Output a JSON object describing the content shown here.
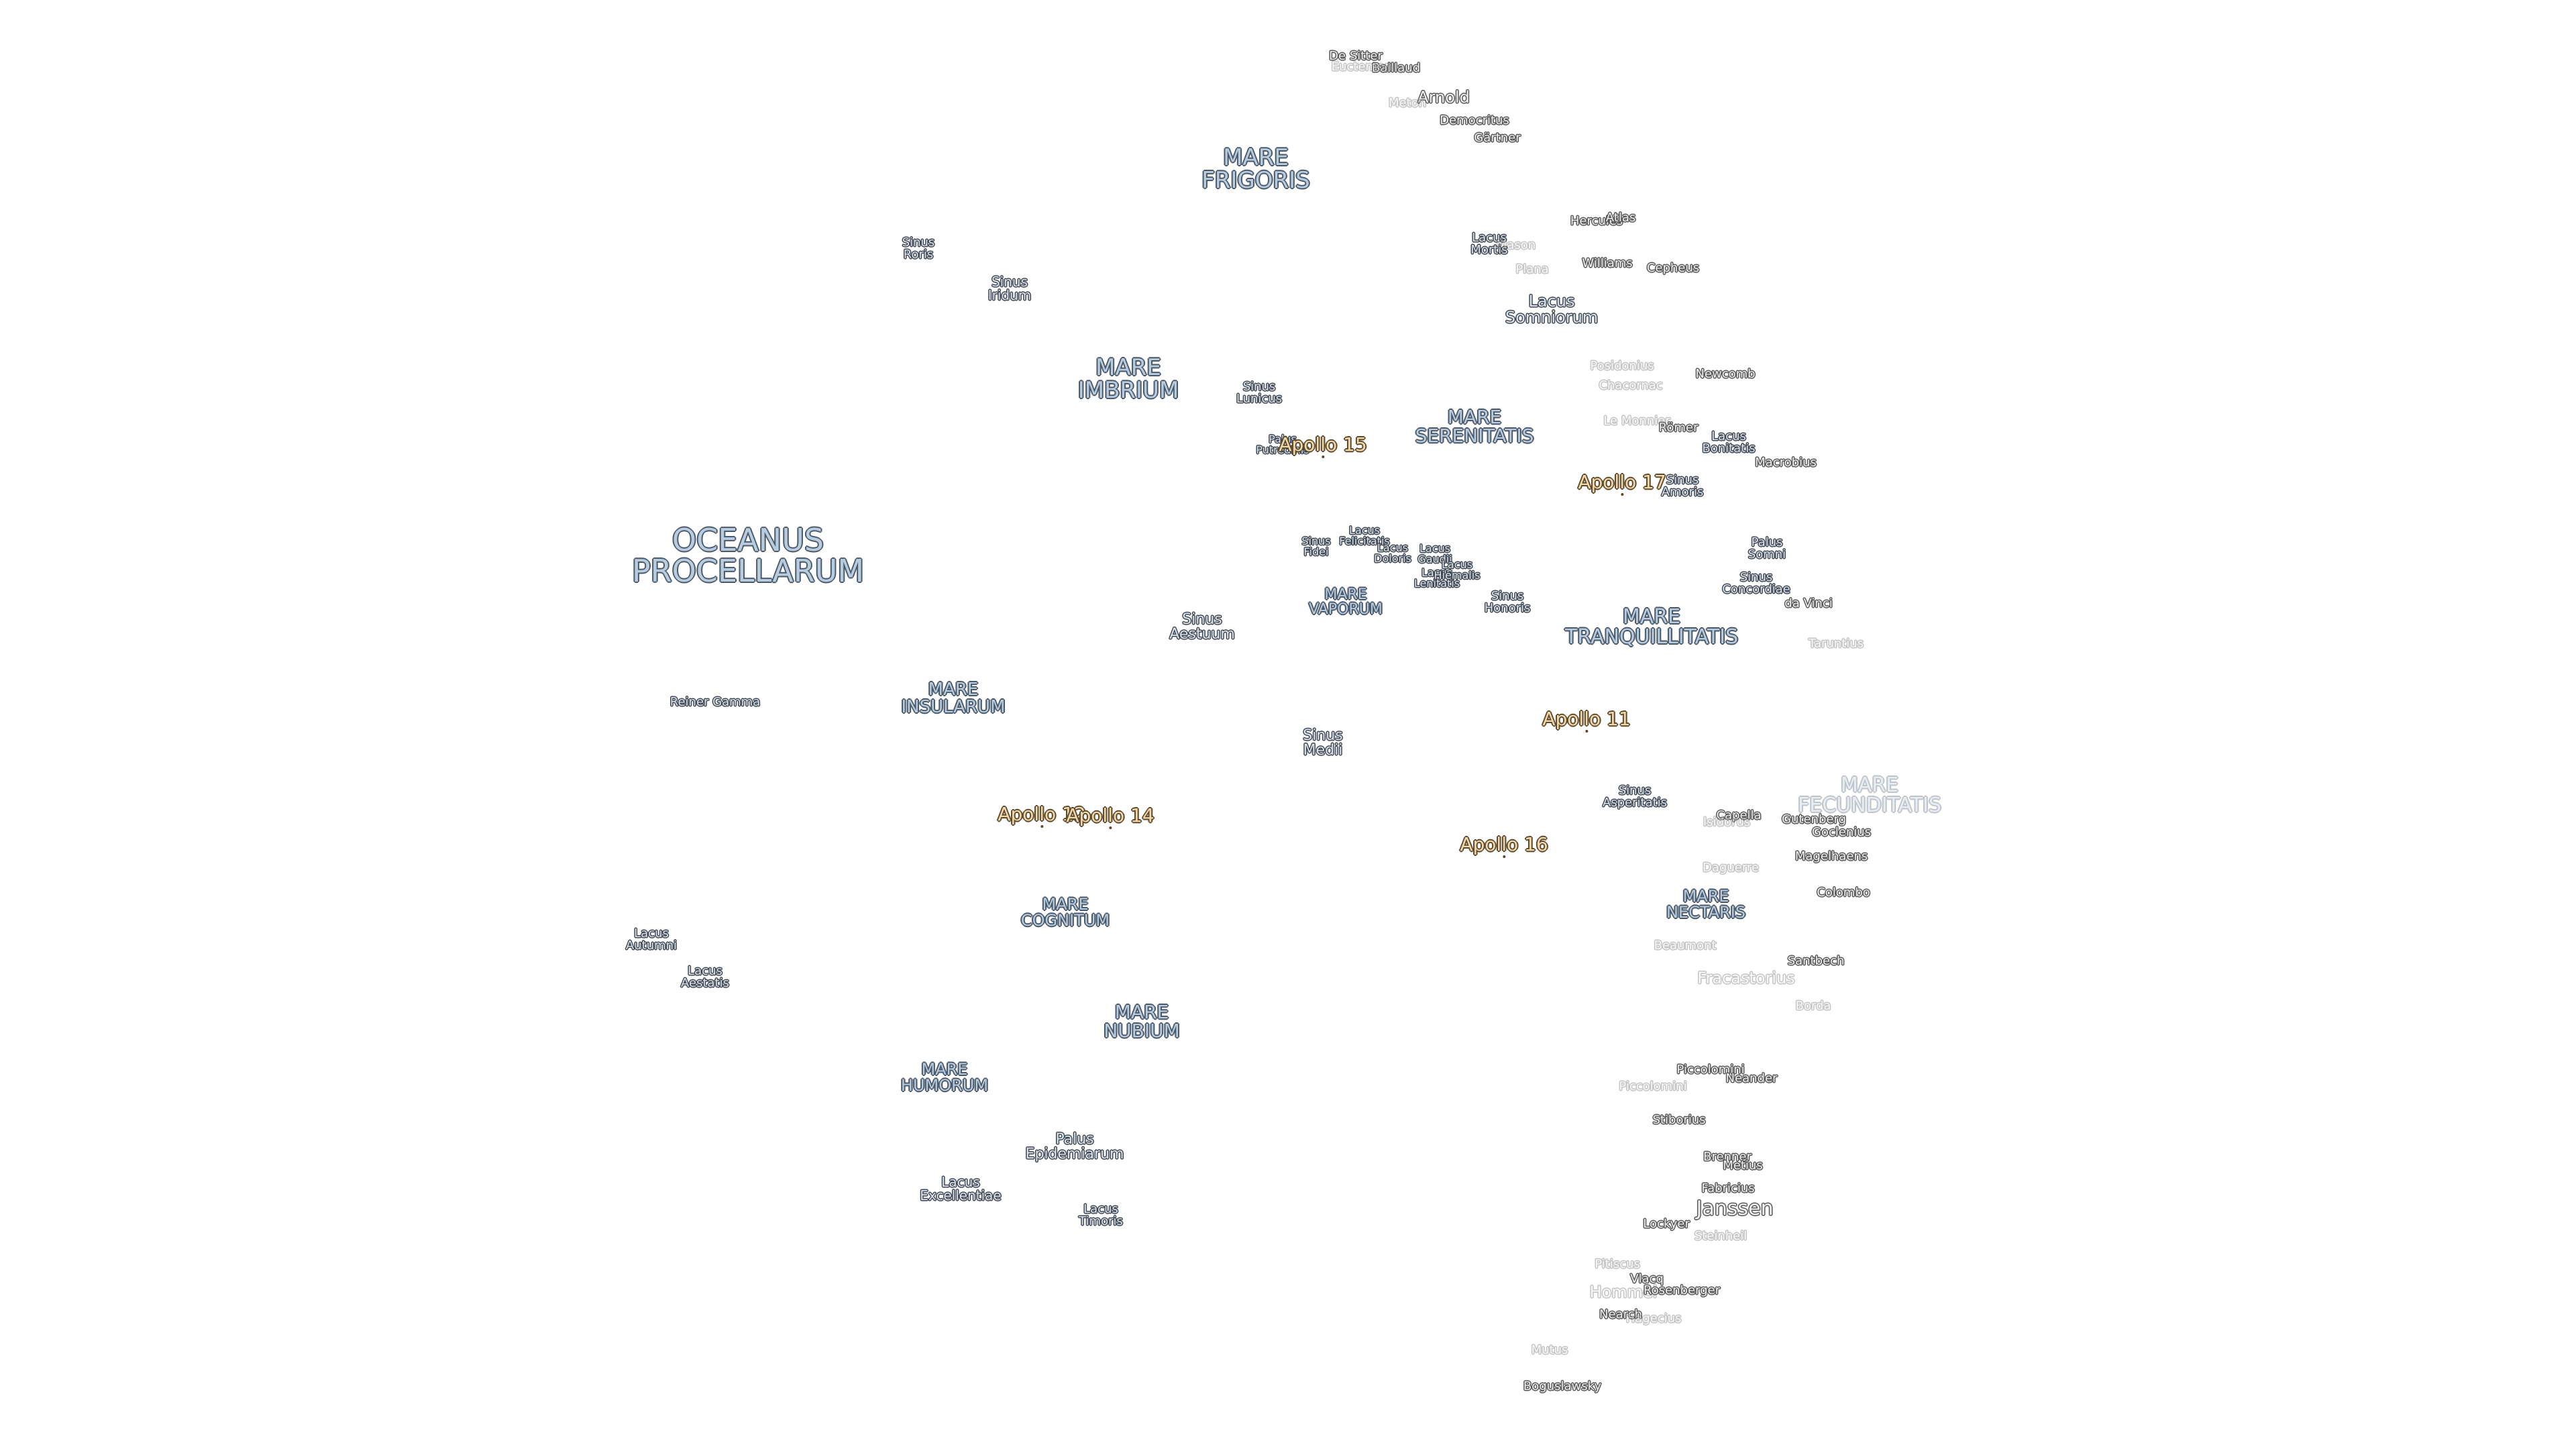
{
  "maria": {
    "oceanus_procellarum": "OCEANUS\nPROCELLARUM",
    "mare_frigoris": "MARE\nFRIGORIS",
    "mare_imbrium": "MARE\nIMBRIUM",
    "mare_serenitatis": "MARE\nSERENITATIS",
    "mare_tranquillitatis": "MARE\nTRANQUILLITATIS",
    "mare_vaporum": "MARE\nVAPORUM",
    "mare_insularum": "MARE\nINSULARUM",
    "mare_cognitum": "MARE\nCOGNITUM",
    "mare_nubium": "MARE\nNUBIUM",
    "mare_humorum": "MARE\nHUMORUM",
    "mare_nectaris": "MARE\nNECTARIS",
    "mare_fecunditatis": "MARE\nFECUNDITATIS"
  },
  "features": {
    "sinus_roris": "Sinus\nRoris",
    "sinus_iridum": "Sinus\nIridum",
    "sinus_lunicus": "Sinus\nLunicus",
    "palus_putredinis": "Palus\nPutredinis",
    "lacus_mortis": "Lacus\nMortis",
    "lacus_somniorum": "Lacus\nSomniorum",
    "lacus_bonitatis": "Lacus\nBonitatis",
    "sinus_amoris": "Sinus\nAmoris",
    "lacus_felicitatis": "Lacus\nFelicitatis",
    "lacus_doloris": "Lacus\nDoloris",
    "sinus_fidei": "Sinus\nFidei",
    "lacus_gaudii": "Lacus\nGaudii",
    "lacus_lenitatis": "Lacus\nLenitatis",
    "lacus_hiemalis": "Lacus\nHiemalis",
    "sinus_honoris": "Sinus\nHonoris",
    "palus_somni": "Palus\nSomni",
    "sinus_concordiae": "Sinus\nConcordiae",
    "sinus_aestuum": "Sinus\nAestuum",
    "sinus_medii": "Sinus\nMedii",
    "sinus_asperitatis": "Sinus\nAsperitatis",
    "reiner_gamma": "Reiner Gamma",
    "lacus_autumni": "Lacus\nAutumni",
    "lacus_aestatis": "Lacus\nAestatis",
    "palus_epidemiarum": "Palus\nEpidemiarum",
    "lacus_excellentiae": "Lacus\nExcellentiae",
    "lacus_timoris": "Lacus\nTimoris"
  },
  "craters": {
    "de_sitter": "De Sitter",
    "bailaud": "Baillaud",
    "euctemon": "Euctemon",
    "arnold": "Arnold",
    "meton": "Meton",
    "democritus": "Democritus",
    "gartner": "Gärtner",
    "hercules": "Hercules",
    "atlas": "Atlas",
    "williams": "Williams",
    "cepheus": "Cepheus",
    "plana": "Plana",
    "mason": "Mason",
    "posidonius": "Posidonius",
    "newcomb": "Newcomb",
    "chacornac": "Chacornac",
    "le_monnier": "Le Monnier",
    "romer": "Römer",
    "macrobius": "Macrobius",
    "da_vinci": "da Vinci",
    "taruntius": "Taruntius",
    "gutenberg": "Gutenberg",
    "goclenius": "Goclenius",
    "capella": "Capella",
    "isidorus": "Isidorus",
    "magelhaens": "Magelhaens",
    "daguerre": "Daguerre",
    "colombo": "Colombo",
    "beaumont": "Beaumont",
    "santbech": "Santbech",
    "fracastorius": "Fracastorius",
    "borda": "Borda",
    "piccolomini": "Piccolomini",
    "neander": "Neander",
    "stiborius": "Stiborius",
    "brenner": "Brenner",
    "metius": "Metius",
    "fabricius": "Fabricius",
    "janssen": "Janssen",
    "lockyer": "Lockyer",
    "steinheil": "Steinheil",
    "pitiscus": "Pitiscus",
    "vlacq": "Vlacq",
    "hommel": "Hommel",
    "rosenberger": "Rosenberger",
    "nearch": "Nearch",
    "hagecius": "Hagecius",
    "mutus": "Mutus",
    "boguslawsky": "Boguslawsky"
  },
  "apollo": {
    "a11": "Apollo 11",
    "a12": "Apollo 12",
    "a14": "Apollo 14",
    "a15": "Apollo 15",
    "a16": "Apollo 16",
    "a17": "Apollo 17"
  },
  "colors": {
    "mare_fill": "#b8cce0",
    "mare_outline": "#4a5868",
    "apollo_fill": "#f2d7a8",
    "apollo_outline": "#5b4a2e",
    "background": "#ffffff"
  }
}
